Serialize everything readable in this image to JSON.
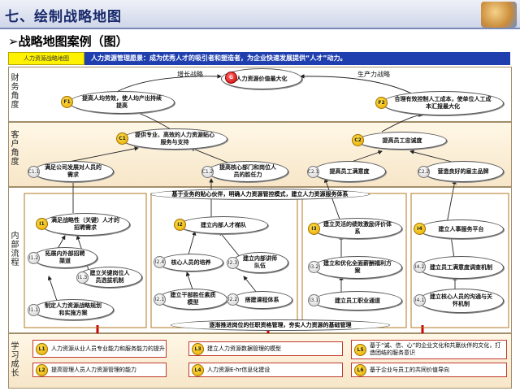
{
  "header": {
    "title": "七、绘制战略地图",
    "logo": "cartoon-logo"
  },
  "subtitle": "➢战略地图案例（图）",
  "tag": "人力资源战略地图",
  "vision": "人力资源管理愿景：成为优秀人才的吸引者和塑造者，为企业快速发展提供“人才”动力。",
  "rows": {
    "finance": "财务角度",
    "customer": "客户角度",
    "internal": "内部流程",
    "learning": "学习成长"
  },
  "finance": {
    "growth": "增长战略",
    "productivity": "生产力战略",
    "top": {
      "badge": "G",
      "text": "人力资源价值最大化"
    },
    "f1": {
      "badge": "F1",
      "text": "提高人均劳效，使人均产出持续提高"
    },
    "f2": {
      "badge": "F2",
      "text": "合理有效控制人工成本，使单位人工成本汇报最大化"
    }
  },
  "customer": {
    "c1": {
      "badge": "C1",
      "text": "提供专业、高效的人力资源贴心服务与支持"
    },
    "c2": {
      "badge": "C2",
      "text": "提高员工忠诚度"
    },
    "c11": {
      "badge": "C1.1",
      "text": "满足公司发展对人员的需求"
    },
    "c12": {
      "badge": "C1.2",
      "text": "提高核心部门和岗位人员的胜任力"
    },
    "c21": {
      "badge": "C2.1",
      "text": "提高员工满意度"
    },
    "c22": {
      "badge": "C2.2",
      "text": "营造良好的雇主品牌"
    }
  },
  "internal": {
    "banner": "基于业务的贴心伙伴，明确人力资源管控模式，建立人力资源服务体系",
    "bottom": "逐渐推进岗位的任职资格管理，夯实人力资源的基础管理",
    "i1": {
      "badge": "I1",
      "text": "满足战略性（关键）人才的招聘需求"
    },
    "i12": {
      "badge": "I1.2",
      "text": "拓展内外部招聘渠道"
    },
    "i13": {
      "badge": "I1.3",
      "text": "建立关键岗位人员选拔机制"
    },
    "i11": {
      "badge": "I1.1",
      "text": "制定人力资源战略规划和实施方案"
    },
    "i2": {
      "badge": "I2",
      "text": "建立内部人才梯队"
    },
    "i24": {
      "badge": "I2.4",
      "text": "核心人员的培养"
    },
    "i23": {
      "badge": "I2.3",
      "text": "建立内部讲师队伍"
    },
    "i21": {
      "badge": "I2.1",
      "text": "建立干部胜任素质模型"
    },
    "i22": {
      "badge": "I2.2",
      "text": "搭建课程体系"
    },
    "i3": {
      "badge": "I3",
      "text": "建立灵活的绩效激励评价体系"
    },
    "i32": {
      "badge": "I3.2",
      "text": "建立和优化全面薪酬福利方案"
    },
    "i31": {
      "badge": "I3.1",
      "text": "建立员工职业通道"
    },
    "i4": {
      "badge": "I4",
      "text": "建立人事服务平台"
    },
    "i42": {
      "badge": "I4.2",
      "text": "建立员工满意度调查机制"
    },
    "i41": {
      "badge": "I4.1",
      "text": "建立核心人员的沟通与关怀机制"
    }
  },
  "learning": {
    "l1": {
      "badge": "L1",
      "text": "人力资源从业人员专业能力和服务能力的提升"
    },
    "l2": {
      "badge": "L2",
      "text": "提高管理人员人力资源管理的能力"
    },
    "l3": {
      "badge": "L3",
      "text": "建立人力资源数据管理的模型"
    },
    "l4": {
      "badge": "L4",
      "text": "人力资源E-hr信息化建设"
    },
    "l5": {
      "badge": "L5",
      "text": "基于“诚、信、心”的企业文化和共赢伙伴的文化，打造团结的服务意识"
    },
    "l6": {
      "badge": "L6",
      "text": "基于企业与员工的共同价值导向"
    }
  },
  "colors": {
    "vision_bg": "#1f3fae",
    "tag_bg": "#fff200",
    "accent": "#c0392b"
  }
}
